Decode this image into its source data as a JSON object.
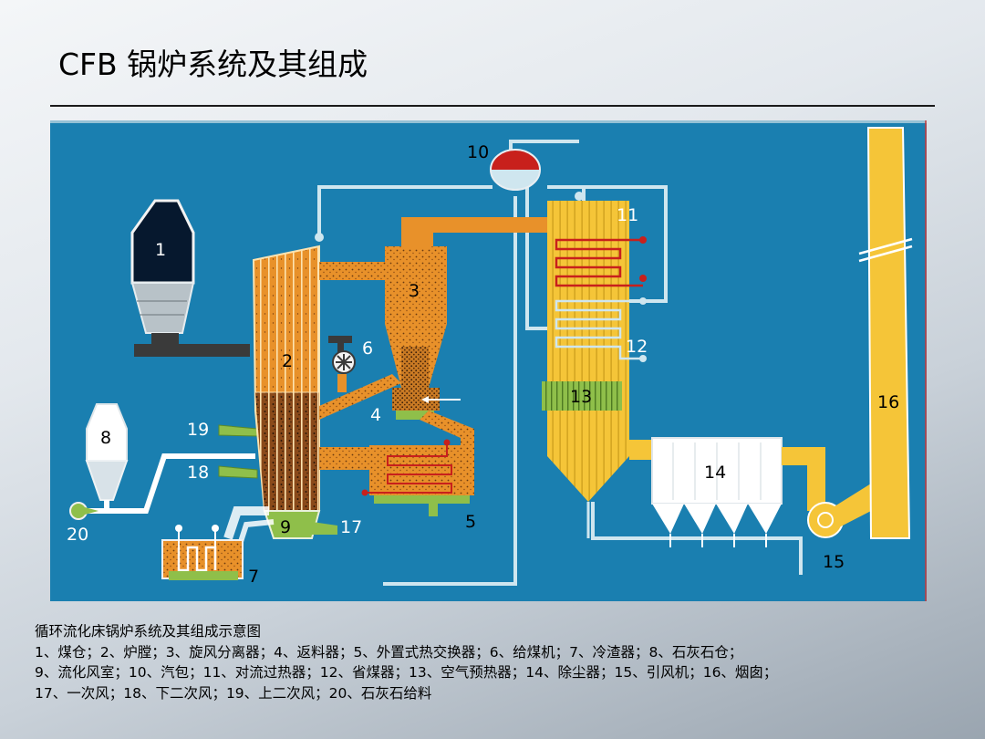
{
  "title": "CFB 锅炉系统及其组成",
  "colors": {
    "background_blue": "#1a7fb0",
    "flue_orange": "#e8912a",
    "boiler_yellow": "#f5c538",
    "pipe": "#cfe6ef",
    "heat_green": "#8fbf4a",
    "red": "#c8201c"
  },
  "diagram": {
    "labels": {
      "n1": "1",
      "n2": "2",
      "n3": "3",
      "n4": "4",
      "n5": "5",
      "n6": "6",
      "n7": "7",
      "n8": "8",
      "n9": "9",
      "n10": "10",
      "n11": "11",
      "n12": "12",
      "n13": "13",
      "n14": "14",
      "n15": "15",
      "n16": "16",
      "n17": "17",
      "n18": "18",
      "n19": "19",
      "n20": "20"
    }
  },
  "caption": {
    "heading": "循环流化床锅炉系统及其组成示意图",
    "line1": "1、煤仓；2、炉膛；3、旋风分离器；4、返料器；5、外置式热交换器；6、给煤机；7、冷渣器；8、石灰石仓；",
    "line2": "9、流化风室；10、汽包；11、对流过热器；12、省煤器；13、空气预热器；14、除尘器；15、引风机；16、烟囱；",
    "line3": "17、一次风；18、下二次风；19、上二次风；20、石灰石给料"
  }
}
